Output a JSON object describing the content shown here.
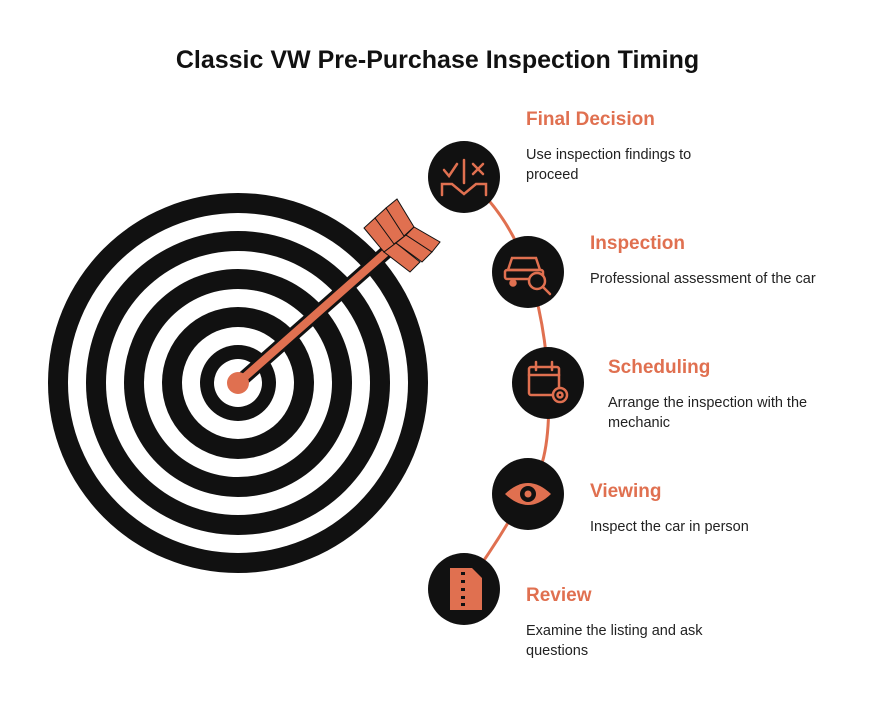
{
  "title": "Classic VW Pre-Purchase Inspection Timing",
  "colors": {
    "accent": "#e07050",
    "dark": "#111111",
    "background": "#ffffff"
  },
  "steps": [
    {
      "title": "Final Decision",
      "description": "Use inspection findings to proceed",
      "icon": "decision-checklist-icon"
    },
    {
      "title": "Inspection",
      "description": "Professional assessment of the car",
      "icon": "car-search-icon"
    },
    {
      "title": "Scheduling",
      "description": "Arrange the inspection with the mechanic",
      "icon": "calendar-gear-icon"
    },
    {
      "title": "Viewing",
      "description": "Inspect the car in person",
      "icon": "eye-icon"
    },
    {
      "title": "Review",
      "description": "Examine the listing and ask questions",
      "icon": "document-zipper-icon"
    }
  ]
}
